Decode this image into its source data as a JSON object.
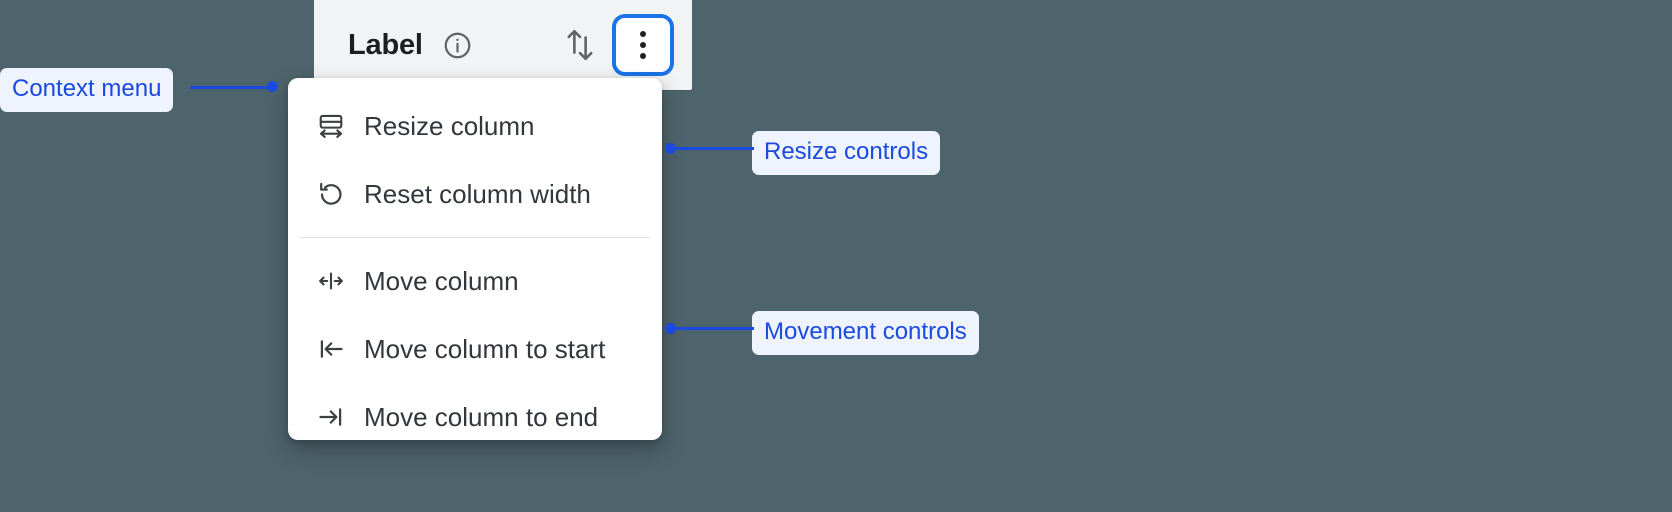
{
  "header": {
    "title": "Label",
    "info_icon": "info-circle-icon",
    "sort_icon": "sort-up-down-icon",
    "more_button": {
      "icon": "more-vert-icon",
      "focused": true,
      "focus_color": "#1a73e8"
    },
    "background": "#f1f3f4"
  },
  "context_menu": {
    "groups": [
      {
        "name": "resize",
        "items": [
          {
            "icon": "resize-column-icon",
            "label": "Resize column"
          },
          {
            "icon": "reset-width-icon",
            "label": "Reset column width"
          }
        ]
      },
      {
        "name": "movement",
        "items": [
          {
            "icon": "move-column-icon",
            "label": "Move column"
          },
          {
            "icon": "move-to-start-icon",
            "label": "Move column to start"
          },
          {
            "icon": "move-to-end-icon",
            "label": "Move column to end"
          }
        ]
      }
    ]
  },
  "annotations": [
    {
      "id": "context",
      "label": "Context menu",
      "side": "left"
    },
    {
      "id": "resize",
      "label": "Resize controls",
      "side": "right"
    },
    {
      "id": "movement",
      "label": "Movement controls",
      "side": "right"
    }
  ],
  "colors": {
    "page_background": "#4e646c",
    "annotation_text": "#1a4ae0",
    "annotation_chip": "#eef3fe",
    "menu_surface": "#ffffff",
    "menu_text": "#32373c",
    "focus_ring": "#1a73e8"
  }
}
